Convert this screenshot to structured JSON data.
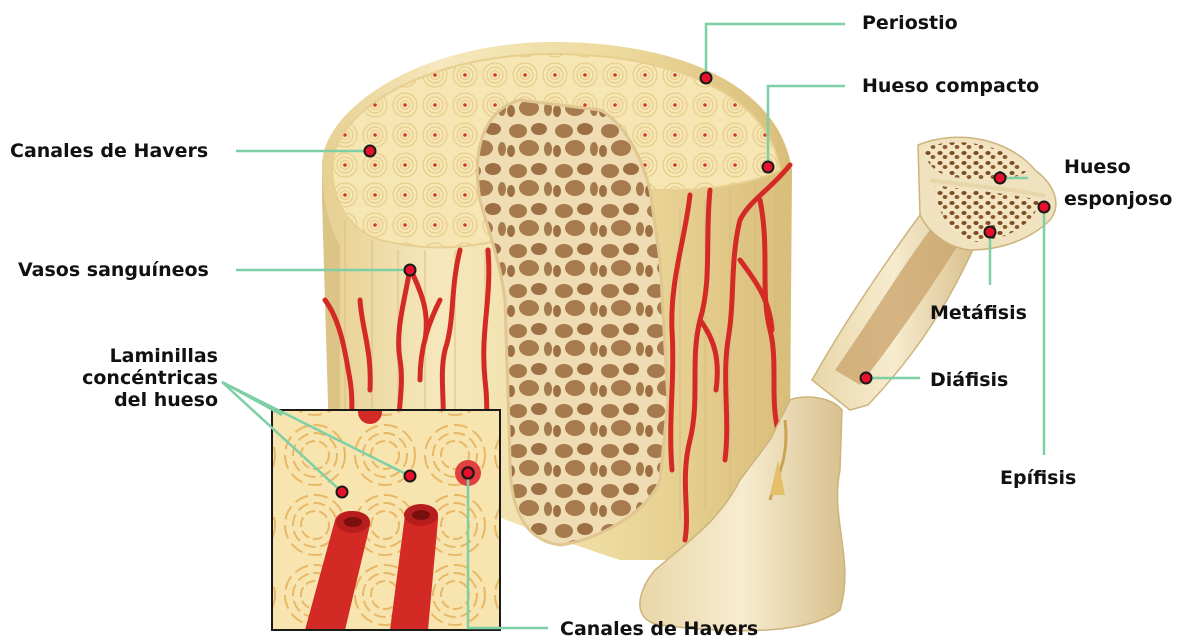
{
  "labels": {
    "periostio": "Periostio",
    "hueso_compacto": "Hueso compacto",
    "canales_havers_left": "Canales de Havers",
    "vasos_sanguineos": "Vasos sanguíneos",
    "laminillas_1": "Laminillas",
    "laminillas_2": "concéntricas",
    "laminillas_3": "del hueso",
    "canales_havers_bottom": "Canales de Havers",
    "hueso_esponjoso_1": "Hueso",
    "hueso_esponjoso_2": "esponjoso",
    "metafisis": "Metáfisis",
    "diafisis": "Diáfisis",
    "epifisis": "Epífisis"
  },
  "colors": {
    "leader_line": "#7fcfa6",
    "marker_fill": "#e8102a",
    "marker_ring": "#1a1a1a",
    "bone_light": "#f3e3b3",
    "bone_mid": "#e8cf90",
    "blood_vessel": "#d92a2a",
    "spongy_bone": "#9a6a3a"
  }
}
